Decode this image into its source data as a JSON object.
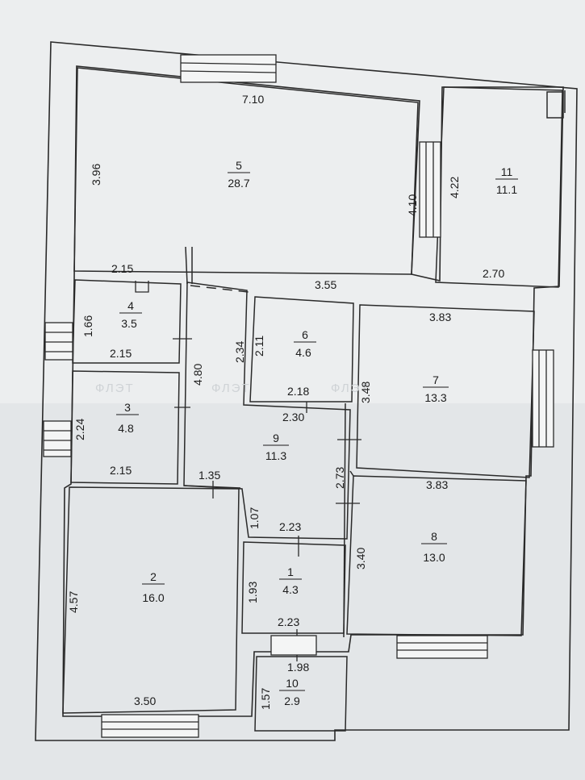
{
  "watermark": "ФЛЭТ",
  "rooms": [
    {
      "number": "1",
      "area": "4.3"
    },
    {
      "number": "2",
      "area": "16.0"
    },
    {
      "number": "3",
      "area": "4.8"
    },
    {
      "number": "4",
      "area": "3.5"
    },
    {
      "number": "5",
      "area": "28.7"
    },
    {
      "number": "6",
      "area": "4.6"
    },
    {
      "number": "7",
      "area": "13.3"
    },
    {
      "number": "8",
      "area": "13.0"
    },
    {
      "number": "9",
      "area": "11.3"
    },
    {
      "number": "10",
      "area": "2.9"
    },
    {
      "number": "11",
      "area": "11.1"
    }
  ],
  "dimensions": [
    "7.10",
    "3.96",
    "4.10",
    "4.22",
    "2.70",
    "2.15",
    "3.55",
    "1.66",
    "2.15",
    "2.34",
    "2.11",
    "4.80",
    "2.18",
    "2.30",
    "3.48",
    "3.83",
    "2.24",
    "2.15",
    "1.35",
    "1.07",
    "2.73",
    "2.23",
    "3.83",
    "3.40",
    "1.93",
    "2.23",
    "4.57",
    "3.50",
    "1.98",
    "1.57"
  ]
}
